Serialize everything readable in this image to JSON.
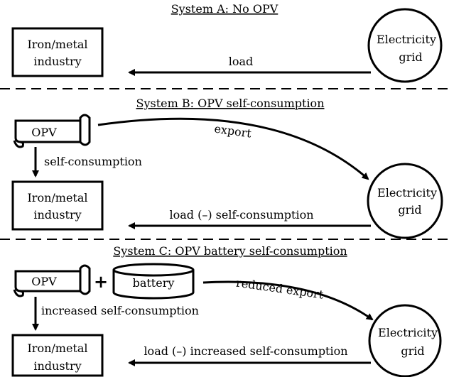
{
  "system_a": {
    "heading": "System A: No OPV",
    "industry": [
      "Iron/metal",
      "industry"
    ],
    "grid": [
      "Electricity",
      "grid"
    ],
    "load_label": "load"
  },
  "system_b": {
    "heading": "System B: OPV self-consumption",
    "opv": "OPV",
    "export_label": "export",
    "self_consumption_label": "self-consumption",
    "industry": [
      "Iron/metal",
      "industry"
    ],
    "grid": [
      "Electricity",
      "grid"
    ],
    "load_label": "load (–) self-consumption"
  },
  "system_c": {
    "heading": "System C: OPV battery self-consumption",
    "opv": "OPV",
    "plus": "+",
    "battery": "battery",
    "export_label": "reduced export",
    "self_consumption_label": "increased self-consumption",
    "industry": [
      "Iron/metal",
      "industry"
    ],
    "grid": [
      "Electricity",
      "grid"
    ],
    "load_label": "load (–) increased self-consumption"
  }
}
